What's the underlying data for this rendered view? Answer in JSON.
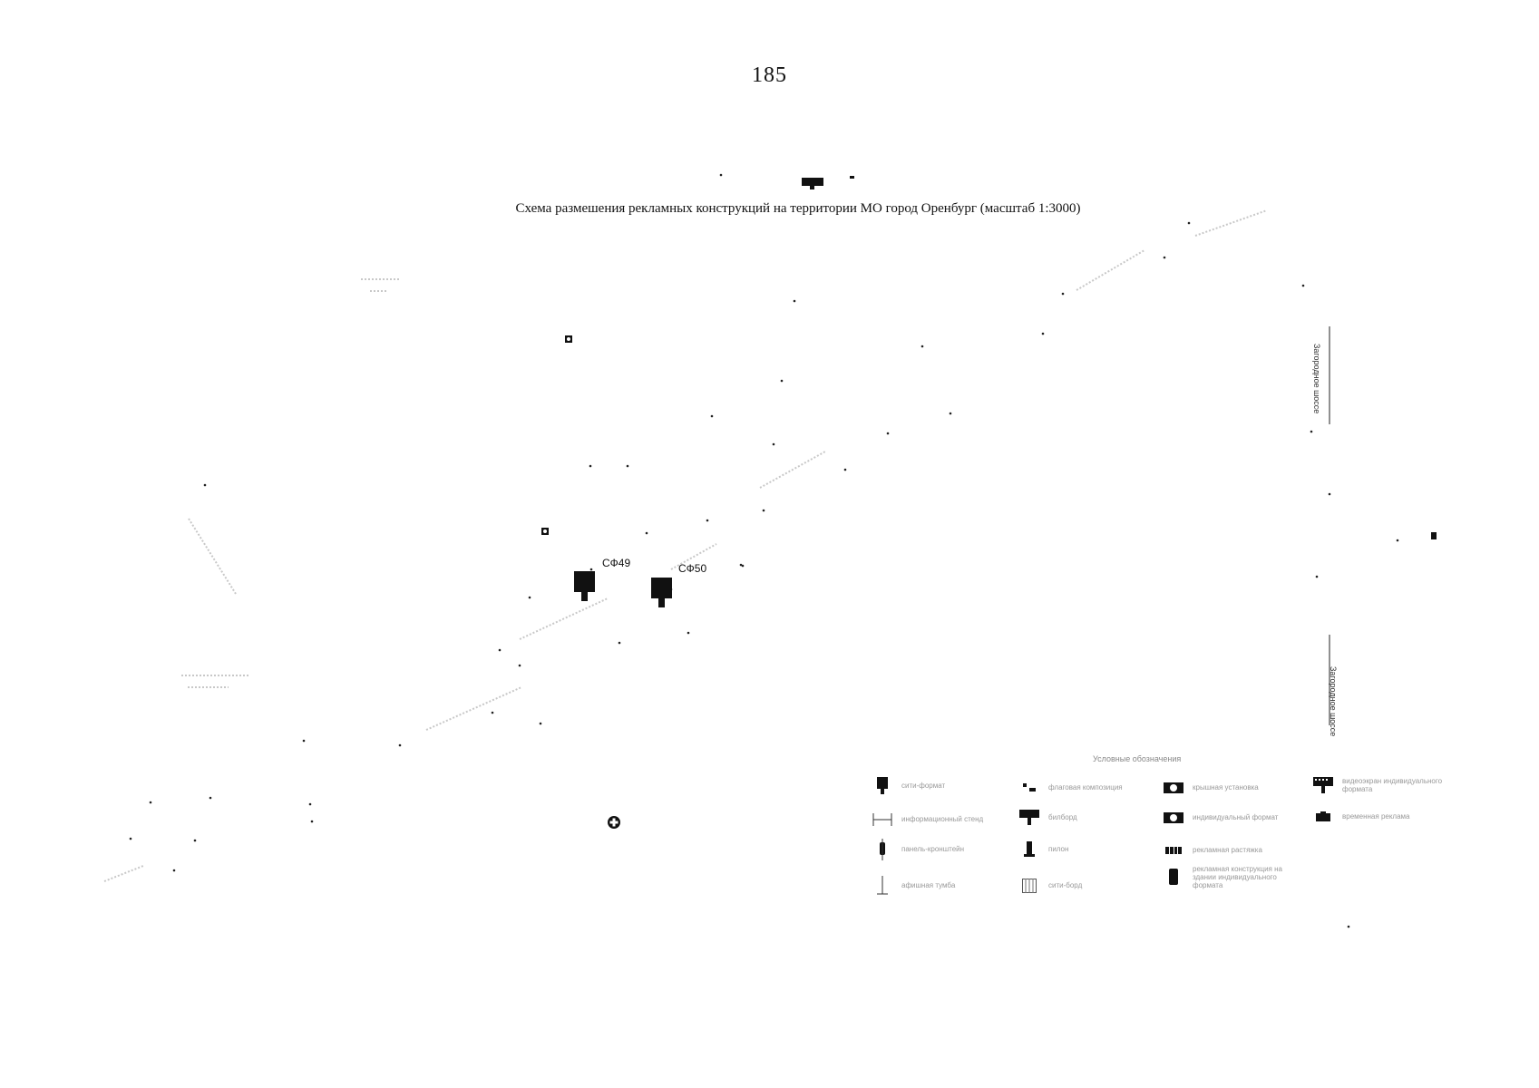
{
  "page": {
    "number": "185",
    "title": "Схема размешения рекламных конструкций на территории МО город Оренбург (масштаб 1:3000)"
  },
  "signs": [
    {
      "id": "sf49",
      "label": "СФ49"
    },
    {
      "id": "sf50",
      "label": "СФ50"
    }
  ],
  "streets": {
    "zagorodnoe_1": "Загородное шоссе",
    "zagorodnoe_2": "Загородное шоссе"
  },
  "legend": {
    "title": "Условные обозначения",
    "items": [
      {
        "icon": "square-sign-icon",
        "label": "сити-формат"
      },
      {
        "icon": "flag-icon",
        "label": "флаговая композиция"
      },
      {
        "icon": "roof-installation-icon",
        "label": "крышная установка"
      },
      {
        "icon": "video-screen-icon",
        "label": "видеоэкран индивидуального формата"
      },
      {
        "icon": "info-stand-icon",
        "label": "информационный стенд"
      },
      {
        "icon": "billboard-icon",
        "label": "билборд"
      },
      {
        "icon": "roof-installation-icon-2",
        "label": "индивидуальный формат"
      },
      {
        "icon": "temporary-ad-icon",
        "label": "временная реклама"
      },
      {
        "icon": "bracket-panel-icon",
        "label": "панель-кронштейн"
      },
      {
        "icon": "pylon-icon",
        "label": "пилон"
      },
      {
        "icon": "banner-stretch-icon",
        "label": "рекламная растяжка"
      },
      {
        "icon": "poster-stand-icon",
        "label": "афишная тумба"
      },
      {
        "icon": "grid-format-icon",
        "label": "сити-борд"
      },
      {
        "icon": "building-ad-icon",
        "label": "рекламная конструкция на здании индивидуального формата"
      }
    ]
  }
}
